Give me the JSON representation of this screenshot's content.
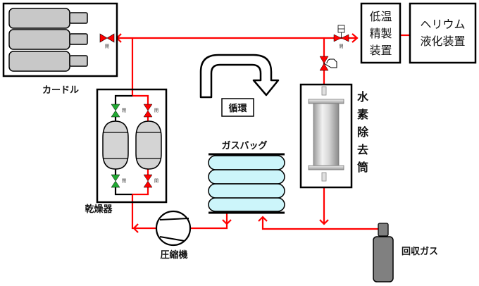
{
  "title": "Helium recovery circulation system diagram",
  "colors": {
    "pipe": "#ff0000",
    "pipe_closed": "#000000",
    "valve_open": "#ff0000",
    "valve_closed": "#22aa33",
    "cylinder_fill": "#c8c8c8",
    "vessel_fill": "#d4d4d4",
    "gasbag_fill": "#ccf5fa",
    "recovery_cylinder_fill": "#808080",
    "stroke": "#000000"
  },
  "labels": {
    "curdle": "カードル",
    "dryer": "乾燥器",
    "compressor": "圧縮機",
    "gasbag": "ガスバッグ",
    "circulation": "循環",
    "hydrogen_remover": [
      "水",
      "素",
      "除",
      "去",
      "筒"
    ],
    "cryo_purifier": [
      "低温",
      "精製",
      "装置"
    ],
    "helium_liquefier": [
      "ヘリウム",
      "液化装置"
    ],
    "recovered_gas": "回収ガス"
  },
  "valve_tags": {
    "open": "開",
    "closed": "閉"
  },
  "valves": [
    {
      "name": "curdle-valve",
      "state": "open",
      "tag": "開"
    },
    {
      "name": "purifier-inlet-valve",
      "state": "open",
      "tag": "開"
    },
    {
      "name": "regulator-valve",
      "state": "open",
      "tag": ""
    },
    {
      "name": "dryer-left-top-valve",
      "state": "closed",
      "tag": "閉"
    },
    {
      "name": "dryer-left-bottom-valve",
      "state": "closed",
      "tag": "閉"
    },
    {
      "name": "dryer-right-top-valve",
      "state": "open",
      "tag": "開"
    },
    {
      "name": "dryer-right-bottom-valve",
      "state": "open",
      "tag": "開"
    }
  ]
}
